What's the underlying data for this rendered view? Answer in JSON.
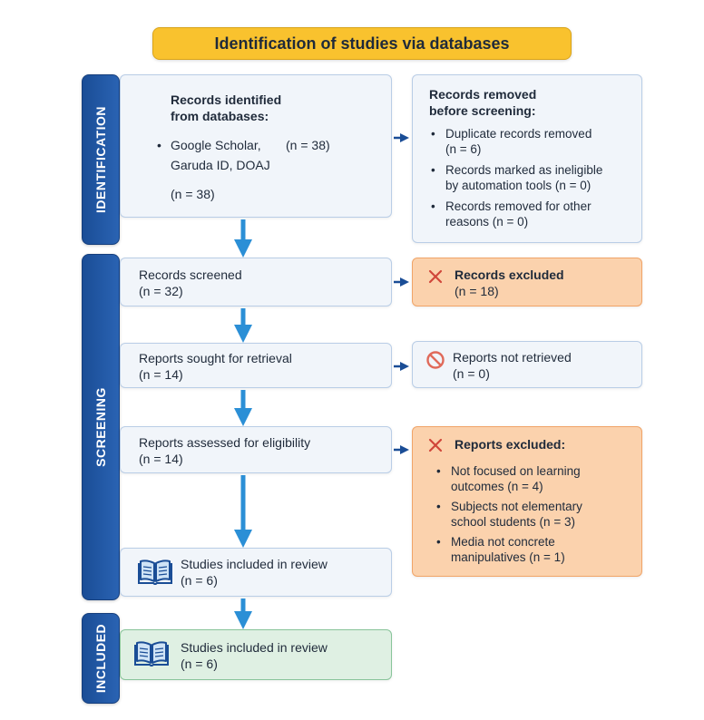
{
  "title": "Identification of studies via databases",
  "phases": {
    "identification": "IDENTIFICATION",
    "screening": "SCREENING",
    "included": "INCLUDED"
  },
  "identified": {
    "heading_line1": "Records identified",
    "heading_line2": "from databases:",
    "source_line1": "Google Scholar,",
    "source_count": "(n = 38)",
    "source_line2": "Garuda ID, DOAJ",
    "total": "(n = 38)"
  },
  "removed": {
    "heading_line1": "Records removed",
    "heading_line2": "before screening:",
    "items": [
      {
        "line1": "Duplicate records removed",
        "line2": "(n = 6)"
      },
      {
        "line1": "Records marked as ineligible",
        "line2": "by automation tools (n = 0)"
      },
      {
        "line1": "Records removed for other",
        "line2": "reasons (n = 0)"
      }
    ]
  },
  "screened": {
    "label": "Records screened",
    "count": "(n = 32)"
  },
  "excluded": {
    "label": "Records excluded",
    "count": "(n = 18)"
  },
  "sought": {
    "label": "Reports sought for retrieval",
    "count": "(n = 14)"
  },
  "not_retrieved": {
    "label": "Reports not retrieved",
    "count": "(n = 0)"
  },
  "assessed": {
    "label": "Reports assessed for eligibility",
    "count": "(n = 14)"
  },
  "reports_excluded": {
    "label": "Reports excluded:",
    "items": [
      {
        "line1": "Not focused on learning",
        "line2": "outcomes (n = 4)"
      },
      {
        "line1": "Subjects not elementary",
        "line2": "school students (n = 3)"
      },
      {
        "line1": "Media not concrete",
        "line2": "manipulatives (n = 1)"
      }
    ]
  },
  "included_review": {
    "label": "Studies included in review",
    "count": "(n = 6)"
  },
  "included_final": {
    "label": "Studies included in review",
    "count": "(n = 6)"
  },
  "colors": {
    "title_bg": "#f9c22e",
    "phase_bg": "#1f56a4",
    "box_bg": "#f1f5fa",
    "excluded_bg": "#fbd2ad",
    "included_bg": "#dff0e3",
    "arrow": "#2b8fd6",
    "x_mark": "#d0463a"
  }
}
